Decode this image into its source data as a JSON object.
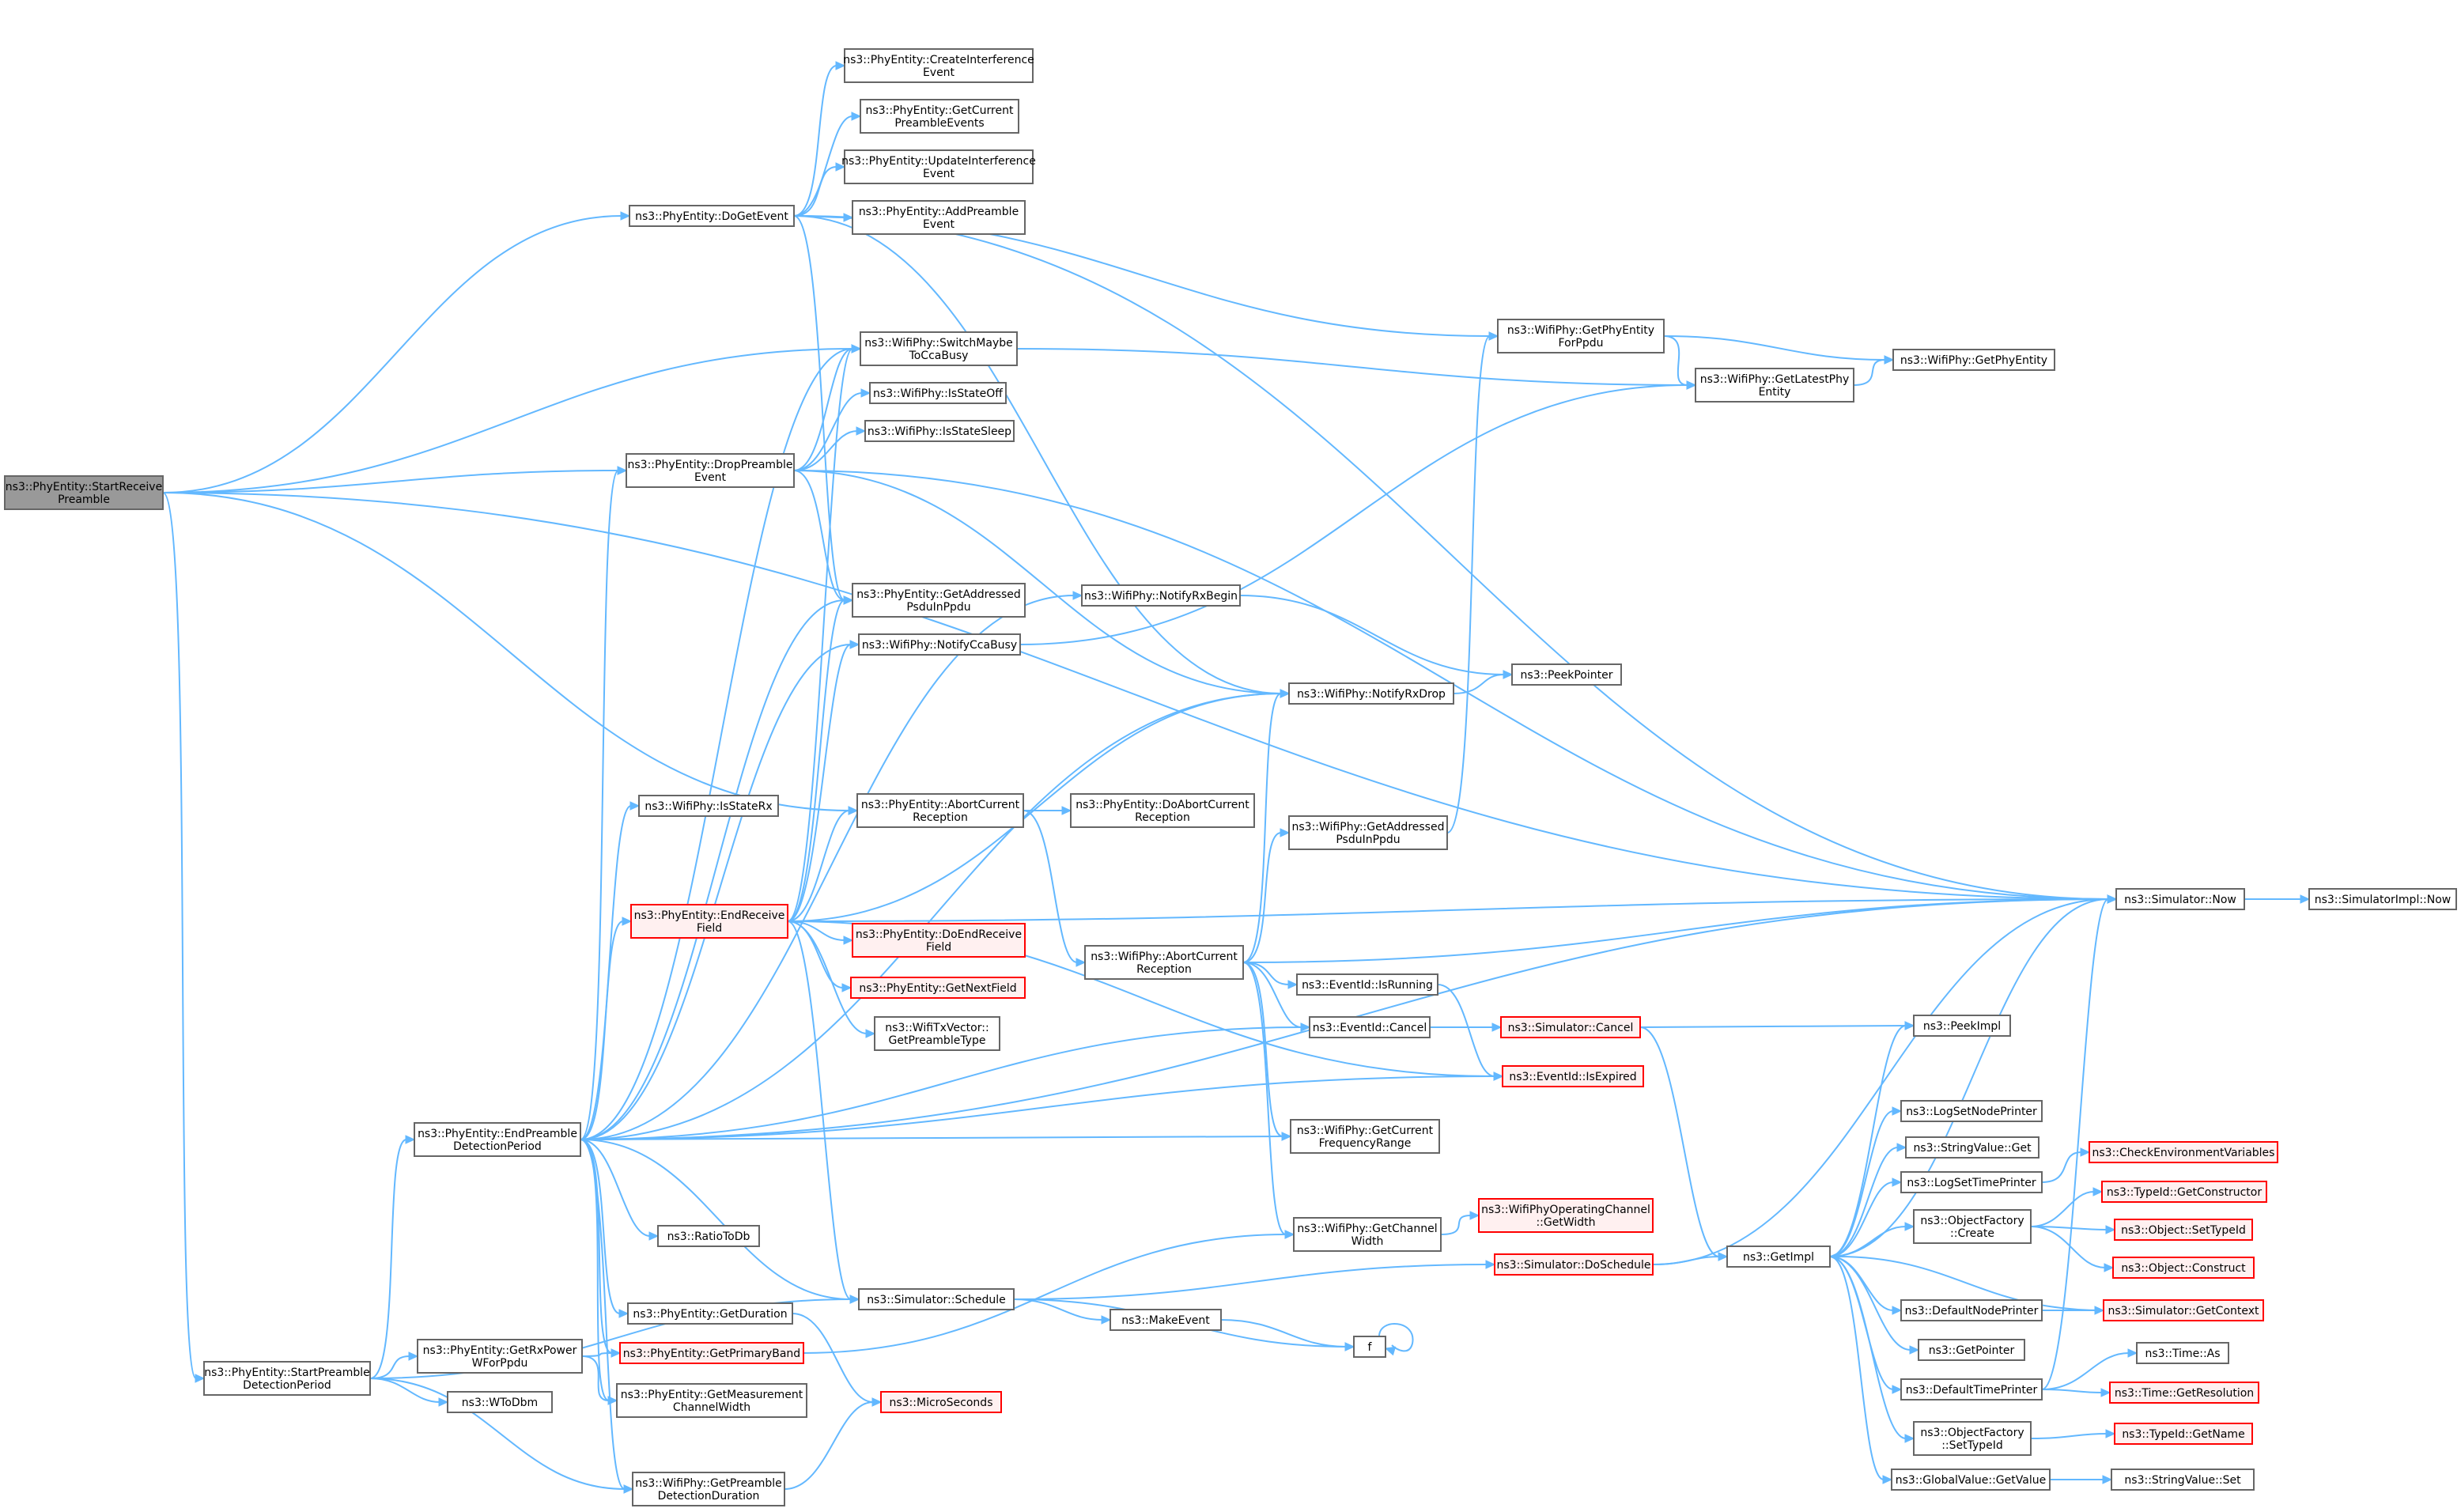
{
  "colors": {
    "edge": "#63b8ff",
    "node_border": "#666666",
    "truncated_border": "#ff0000",
    "truncated_fill": "#fff0f0",
    "root_fill": "#999999"
  },
  "nodes": [
    {
      "id": "start_receive_preamble",
      "lines": [
        "ns3::PhyEntity::StartReceive",
        "Preamble"
      ],
      "root": true
    },
    {
      "id": "do_get_event",
      "lines": [
        "ns3::PhyEntity::DoGetEvent"
      ]
    },
    {
      "id": "create_interference_event",
      "lines": [
        "ns3::PhyEntity::CreateInterference",
        "Event"
      ]
    },
    {
      "id": "get_current_preamble_events",
      "lines": [
        "ns3::PhyEntity::GetCurrent",
        "PreambleEvents"
      ]
    },
    {
      "id": "update_interference_event",
      "lines": [
        "ns3::PhyEntity::UpdateInterference",
        "Event"
      ]
    },
    {
      "id": "add_preamble_event",
      "lines": [
        "ns3::PhyEntity::AddPreamble",
        "Event"
      ]
    },
    {
      "id": "switch_maybe_to_cca_busy",
      "lines": [
        "ns3::WifiPhy::SwitchMaybe",
        "ToCcaBusy"
      ]
    },
    {
      "id": "is_state_off",
      "lines": [
        "ns3::WifiPhy::IsStateOff"
      ]
    },
    {
      "id": "is_state_sleep",
      "lines": [
        "ns3::WifiPhy::IsStateSleep"
      ]
    },
    {
      "id": "drop_preamble_event",
      "lines": [
        "ns3::PhyEntity::DropPreamble",
        "Event"
      ]
    },
    {
      "id": "get_addressed_psdu_phyentity",
      "lines": [
        "ns3::PhyEntity::GetAddressed",
        "PsduInPpdu"
      ]
    },
    {
      "id": "notify_cca_busy",
      "lines": [
        "ns3::WifiPhy::NotifyCcaBusy"
      ]
    },
    {
      "id": "notify_rx_begin",
      "lines": [
        "ns3::WifiPhy::NotifyRxBegin"
      ]
    },
    {
      "id": "notify_rx_drop",
      "lines": [
        "ns3::WifiPhy::NotifyRxDrop"
      ]
    },
    {
      "id": "peek_pointer",
      "lines": [
        "ns3::PeekPointer"
      ]
    },
    {
      "id": "get_phy_entity_for_ppdu",
      "lines": [
        "ns3::WifiPhy::GetPhyEntity",
        "ForPpdu"
      ]
    },
    {
      "id": "get_latest_phy_entity",
      "lines": [
        "ns3::WifiPhy::GetLatestPhy",
        "Entity"
      ]
    },
    {
      "id": "get_phy_entity",
      "lines": [
        "ns3::WifiPhy::GetPhyEntity"
      ]
    },
    {
      "id": "is_state_rx",
      "lines": [
        "ns3::WifiPhy::IsStateRx"
      ]
    },
    {
      "id": "abort_current_reception_phyentity",
      "lines": [
        "ns3::PhyEntity::AbortCurrent",
        "Reception"
      ]
    },
    {
      "id": "do_abort_current_reception",
      "lines": [
        "ns3::PhyEntity::DoAbortCurrent",
        "Reception"
      ]
    },
    {
      "id": "get_addressed_psdu_wifiphy",
      "lines": [
        "ns3::WifiPhy::GetAddressed",
        "PsduInPpdu"
      ]
    },
    {
      "id": "end_receive_field",
      "lines": [
        "ns3::PhyEntity::EndReceive",
        "Field"
      ],
      "truncated": true
    },
    {
      "id": "do_end_receive_field",
      "lines": [
        "ns3::PhyEntity::DoEndReceive",
        "Field"
      ],
      "truncated": true
    },
    {
      "id": "get_next_field",
      "lines": [
        "ns3::PhyEntity::GetNextField"
      ],
      "truncated": true
    },
    {
      "id": "get_preamble_type",
      "lines": [
        "ns3::WifiTxVector::",
        "GetPreambleType"
      ]
    },
    {
      "id": "abort_current_reception_wifiphy",
      "lines": [
        "ns3::WifiPhy::AbortCurrent",
        "Reception"
      ]
    },
    {
      "id": "event_is_running",
      "lines": [
        "ns3::EventId::IsRunning"
      ]
    },
    {
      "id": "event_cancel",
      "lines": [
        "ns3::EventId::Cancel"
      ]
    },
    {
      "id": "simulator_cancel",
      "lines": [
        "ns3::Simulator::Cancel"
      ],
      "truncated": true
    },
    {
      "id": "event_is_expired",
      "lines": [
        "ns3::EventId::IsExpired"
      ],
      "truncated": true
    },
    {
      "id": "get_current_frequency_range",
      "lines": [
        "ns3::WifiPhy::GetCurrent",
        "FrequencyRange"
      ]
    },
    {
      "id": "end_preamble_detection_period",
      "lines": [
        "ns3::PhyEntity::EndPreamble",
        "DetectionPeriod"
      ]
    },
    {
      "id": "ratio_to_db",
      "lines": [
        "ns3::RatioToDb"
      ]
    },
    {
      "id": "get_channel_width",
      "lines": [
        "ns3::WifiPhy::GetChannel",
        "Width"
      ]
    },
    {
      "id": "operating_channel_get_width",
      "lines": [
        "ns3::WifiPhyOperatingChannel",
        "::GetWidth"
      ],
      "truncated": true
    },
    {
      "id": "get_duration",
      "lines": [
        "ns3::PhyEntity::GetDuration"
      ]
    },
    {
      "id": "simulator_schedule",
      "lines": [
        "ns3::Simulator::Schedule"
      ]
    },
    {
      "id": "simulator_do_schedule",
      "lines": [
        "ns3::Simulator::DoSchedule"
      ],
      "truncated": true
    },
    {
      "id": "get_primary_band",
      "lines": [
        "ns3::PhyEntity::GetPrimaryBand"
      ],
      "truncated": true
    },
    {
      "id": "make_event",
      "lines": [
        "ns3::MakeEvent"
      ]
    },
    {
      "id": "f_node",
      "lines": [
        "f"
      ]
    },
    {
      "id": "start_preamble_detection_period",
      "lines": [
        "ns3::PhyEntity::StartPreamble",
        "DetectionPeriod"
      ]
    },
    {
      "id": "get_rx_power_w_for_ppdu",
      "lines": [
        "ns3::PhyEntity::GetRxPower",
        "WForPpdu"
      ]
    },
    {
      "id": "w_to_dbm",
      "lines": [
        "ns3::WToDbm"
      ]
    },
    {
      "id": "get_measurement_channel_width",
      "lines": [
        "ns3::PhyEntity::GetMeasurement",
        "ChannelWidth"
      ]
    },
    {
      "id": "micro_seconds",
      "lines": [
        "ns3::MicroSeconds"
      ],
      "truncated": true
    },
    {
      "id": "get_preamble_detection_duration",
      "lines": [
        "ns3::WifiPhy::GetPreamble",
        "DetectionDuration"
      ]
    },
    {
      "id": "simulator_now",
      "lines": [
        "ns3::Simulator::Now"
      ]
    },
    {
      "id": "simulator_impl_now",
      "lines": [
        "ns3::SimulatorImpl::Now"
      ]
    },
    {
      "id": "peek_impl",
      "lines": [
        "ns3::PeekImpl"
      ]
    },
    {
      "id": "get_impl",
      "lines": [
        "ns3::GetImpl"
      ]
    },
    {
      "id": "log_set_node_printer",
      "lines": [
        "ns3::LogSetNodePrinter"
      ]
    },
    {
      "id": "string_value_get",
      "lines": [
        "ns3::StringValue::Get"
      ]
    },
    {
      "id": "log_set_time_printer",
      "lines": [
        "ns3::LogSetTimePrinter"
      ]
    },
    {
      "id": "check_environment_variables",
      "lines": [
        "ns3::CheckEnvironmentVariables"
      ],
      "truncated": true
    },
    {
      "id": "object_factory_create",
      "lines": [
        "ns3::ObjectFactory",
        "::Create"
      ]
    },
    {
      "id": "type_id_get_constructor",
      "lines": [
        "ns3::TypeId::GetConstructor"
      ],
      "truncated": true
    },
    {
      "id": "object_set_type_id",
      "lines": [
        "ns3::Object::SetTypeId"
      ],
      "truncated": true
    },
    {
      "id": "object_construct",
      "lines": [
        "ns3::Object::Construct"
      ],
      "truncated": true
    },
    {
      "id": "default_node_printer",
      "lines": [
        "ns3::DefaultNodePrinter"
      ]
    },
    {
      "id": "simulator_get_context",
      "lines": [
        "ns3::Simulator::GetContext"
      ],
      "truncated": true
    },
    {
      "id": "get_pointer",
      "lines": [
        "ns3::GetPointer"
      ]
    },
    {
      "id": "default_time_printer",
      "lines": [
        "ns3::DefaultTimePrinter"
      ]
    },
    {
      "id": "time_as",
      "lines": [
        "ns3::Time::As"
      ]
    },
    {
      "id": "time_get_resolution",
      "lines": [
        "ns3::Time::GetResolution"
      ],
      "truncated": true
    },
    {
      "id": "object_factory_set_type_id",
      "lines": [
        "ns3::ObjectFactory",
        "::SetTypeId"
      ]
    },
    {
      "id": "type_id_get_name",
      "lines": [
        "ns3::TypeId::GetName"
      ],
      "truncated": true
    },
    {
      "id": "global_value_get_value",
      "lines": [
        "ns3::GlobalValue::GetValue"
      ]
    },
    {
      "id": "string_value_set",
      "lines": [
        "ns3::StringValue::Set"
      ]
    }
  ],
  "edges": [
    [
      "start_receive_preamble",
      "do_get_event"
    ],
    [
      "start_receive_preamble",
      "switch_maybe_to_cca_busy"
    ],
    [
      "start_receive_preamble",
      "drop_preamble_event"
    ],
    [
      "start_receive_preamble",
      "simulator_now"
    ],
    [
      "start_receive_preamble",
      "abort_current_reception_phyentity"
    ],
    [
      "start_receive_preamble",
      "start_preamble_detection_period"
    ],
    [
      "do_get_event",
      "simulator_now"
    ],
    [
      "do_get_event",
      "create_interference_event"
    ],
    [
      "do_get_event",
      "get_current_preamble_events"
    ],
    [
      "do_get_event",
      "update_interference_event"
    ],
    [
      "do_get_event",
      "add_preamble_event"
    ],
    [
      "do_get_event",
      "get_phy_entity_for_ppdu"
    ],
    [
      "do_get_event",
      "get_addressed_psdu_phyentity"
    ],
    [
      "do_get_event",
      "notify_rx_drop"
    ],
    [
      "switch_maybe_to_cca_busy",
      "get_latest_phy_entity"
    ],
    [
      "drop_preamble_event",
      "switch_maybe_to_cca_busy"
    ],
    [
      "drop_preamble_event",
      "is_state_off"
    ],
    [
      "drop_preamble_event",
      "is_state_sleep"
    ],
    [
      "drop_preamble_event",
      "simulator_now"
    ],
    [
      "drop_preamble_event",
      "get_addressed_psdu_phyentity"
    ],
    [
      "drop_preamble_event",
      "notify_rx_drop"
    ],
    [
      "notify_cca_busy",
      "get_latest_phy_entity"
    ],
    [
      "notify_rx_begin",
      "peek_pointer"
    ],
    [
      "notify_rx_drop",
      "peek_pointer"
    ],
    [
      "get_phy_entity_for_ppdu",
      "get_latest_phy_entity"
    ],
    [
      "get_phy_entity_for_ppdu",
      "get_phy_entity"
    ],
    [
      "get_latest_phy_entity",
      "get_phy_entity"
    ],
    [
      "abort_current_reception_phyentity",
      "do_abort_current_reception"
    ],
    [
      "abort_current_reception_phyentity",
      "abort_current_reception_wifiphy"
    ],
    [
      "get_addressed_psdu_wifiphy",
      "get_phy_entity_for_ppdu"
    ],
    [
      "end_receive_field",
      "switch_maybe_to_cca_busy"
    ],
    [
      "end_receive_field",
      "get_addressed_psdu_phyentity"
    ],
    [
      "end_receive_field",
      "notify_cca_busy"
    ],
    [
      "end_receive_field",
      "abort_current_reception_phyentity"
    ],
    [
      "end_receive_field",
      "notify_rx_drop"
    ],
    [
      "end_receive_field",
      "simulator_now"
    ],
    [
      "end_receive_field",
      "do_end_receive_field"
    ],
    [
      "end_receive_field",
      "get_next_field"
    ],
    [
      "end_receive_field",
      "get_preamble_type"
    ],
    [
      "end_receive_field",
      "event_is_expired"
    ],
    [
      "end_receive_field",
      "simulator_schedule"
    ],
    [
      "abort_current_reception_wifiphy",
      "notify_rx_drop"
    ],
    [
      "abort_current_reception_wifiphy",
      "get_addressed_psdu_wifiphy"
    ],
    [
      "abort_current_reception_wifiphy",
      "simulator_now"
    ],
    [
      "abort_current_reception_wifiphy",
      "event_is_running"
    ],
    [
      "abort_current_reception_wifiphy",
      "event_cancel"
    ],
    [
      "abort_current_reception_wifiphy",
      "get_current_frequency_range"
    ],
    [
      "abort_current_reception_wifiphy",
      "get_channel_width"
    ],
    [
      "event_is_running",
      "event_is_expired"
    ],
    [
      "event_cancel",
      "simulator_cancel"
    ],
    [
      "simulator_cancel",
      "peek_impl"
    ],
    [
      "simulator_cancel",
      "get_impl"
    ],
    [
      "end_preamble_detection_period",
      "drop_preamble_event"
    ],
    [
      "end_preamble_detection_period",
      "get_addressed_psdu_phyentity"
    ],
    [
      "end_preamble_detection_period",
      "notify_cca_busy"
    ],
    [
      "end_preamble_detection_period",
      "notify_rx_begin"
    ],
    [
      "end_preamble_detection_period",
      "notify_rx_drop"
    ],
    [
      "end_preamble_detection_period",
      "is_state_rx"
    ],
    [
      "end_preamble_detection_period",
      "simulator_now"
    ],
    [
      "end_preamble_detection_period",
      "end_receive_field"
    ],
    [
      "end_preamble_detection_period",
      "event_cancel"
    ],
    [
      "end_preamble_detection_period",
      "event_is_expired"
    ],
    [
      "end_preamble_detection_period",
      "get_current_frequency_range"
    ],
    [
      "end_preamble_detection_period",
      "ratio_to_db"
    ],
    [
      "end_preamble_detection_period",
      "get_duration"
    ],
    [
      "end_preamble_detection_period",
      "simulator_schedule"
    ],
    [
      "end_preamble_detection_period",
      "get_primary_band"
    ],
    [
      "end_preamble_detection_period",
      "get_measurement_channel_width"
    ],
    [
      "end_preamble_detection_period",
      "get_preamble_detection_duration"
    ],
    [
      "end_preamble_detection_period",
      "switch_maybe_to_cca_busy"
    ],
    [
      "get_duration",
      "micro_seconds"
    ],
    [
      "get_primary_band",
      "get_channel_width"
    ],
    [
      "get_channel_width",
      "operating_channel_get_width"
    ],
    [
      "simulator_schedule",
      "simulator_do_schedule"
    ],
    [
      "simulator_schedule",
      "make_event"
    ],
    [
      "simulator_schedule",
      "f_node"
    ],
    [
      "make_event",
      "f_node"
    ],
    [
      "f_node",
      "f_node"
    ],
    [
      "simulator_do_schedule",
      "simulator_now"
    ],
    [
      "simulator_do_schedule",
      "get_impl"
    ],
    [
      "start_preamble_detection_period",
      "end_preamble_detection_period"
    ],
    [
      "start_preamble_detection_period",
      "get_rx_power_w_for_ppdu"
    ],
    [
      "start_preamble_detection_period",
      "w_to_dbm"
    ],
    [
      "start_preamble_detection_period",
      "simulator_schedule"
    ],
    [
      "start_preamble_detection_period",
      "get_preamble_detection_duration"
    ],
    [
      "get_rx_power_w_for_ppdu",
      "get_primary_band"
    ],
    [
      "get_rx_power_w_for_ppdu",
      "get_measurement_channel_width"
    ],
    [
      "get_preamble_detection_duration",
      "micro_seconds"
    ],
    [
      "simulator_now",
      "simulator_impl_now"
    ],
    [
      "get_impl",
      "peek_impl"
    ],
    [
      "get_impl",
      "simulator_now"
    ],
    [
      "get_impl",
      "log_set_node_printer"
    ],
    [
      "get_impl",
      "string_value_get"
    ],
    [
      "get_impl",
      "log_set_time_printer"
    ],
    [
      "get_impl",
      "object_factory_create"
    ],
    [
      "get_impl",
      "default_node_printer"
    ],
    [
      "get_impl",
      "get_pointer"
    ],
    [
      "get_impl",
      "default_time_printer"
    ],
    [
      "get_impl",
      "object_factory_set_type_id"
    ],
    [
      "get_impl",
      "global_value_get_value"
    ],
    [
      "log_set_time_printer",
      "check_environment_variables"
    ],
    [
      "object_factory_create",
      "type_id_get_constructor"
    ],
    [
      "object_factory_create",
      "object_set_type_id"
    ],
    [
      "object_factory_create",
      "object_construct"
    ],
    [
      "default_node_printer",
      "simulator_get_context"
    ],
    [
      "simulator_get_context",
      "get_impl"
    ],
    [
      "default_time_printer",
      "simulator_now"
    ],
    [
      "default_time_printer",
      "time_as"
    ],
    [
      "default_time_printer",
      "time_get_resolution"
    ],
    [
      "object_factory_set_type_id",
      "type_id_get_name"
    ],
    [
      "global_value_get_value",
      "string_value_set"
    ]
  ]
}
